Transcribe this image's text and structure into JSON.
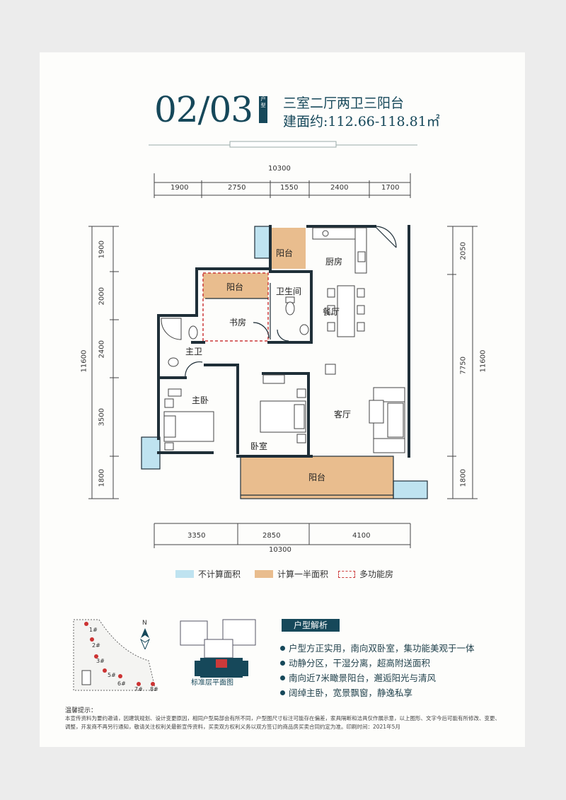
{
  "header": {
    "unit_number": "02/03",
    "badge": "户型",
    "layout_desc": "三室二厅两卫三阳台",
    "area": "建面约:112.66-118.81㎡"
  },
  "dimensions": {
    "top_total": "10300",
    "top_segments": [
      "1900",
      "2750",
      "1550",
      "2400",
      "1700"
    ],
    "bottom_segments": [
      "3350",
      "2850",
      "4100"
    ],
    "bottom_total": "10300",
    "left_segments": [
      "1900",
      "2000",
      "2400",
      "3500",
      "1800"
    ],
    "left_total": "11600",
    "right_segments": [
      "2050",
      "7750",
      "1800"
    ],
    "right_total": "11600"
  },
  "rooms": {
    "balcony_north": "阳台",
    "kitchen": "厨房",
    "balcony_study": "阳台",
    "bathroom": "卫生间",
    "dining": "餐厅",
    "study": "书房",
    "master_bath": "主卫",
    "master_bedroom": "主卧",
    "living": "客厅",
    "bedroom": "卧室",
    "balcony_south": "阳台"
  },
  "legend": {
    "items": [
      {
        "label": "不计算面积",
        "color": "#bfe3f0"
      },
      {
        "label": "计算一半面积",
        "color": "#e9bd8e"
      },
      {
        "label": "多功能房",
        "color": "#cc3a3a"
      }
    ]
  },
  "site_plan": {
    "north": "N",
    "buildings": [
      "1#",
      "2#",
      "3#",
      "5#",
      "6#",
      "7#",
      "8#"
    ]
  },
  "floor_plan_thumb": {
    "caption": "标准层平面图"
  },
  "analysis": {
    "heading": "户型解析",
    "points": [
      "户型方正实用，南向双卧室，集功能美观于一体",
      "动静分区，干湿分离，超高附送面积",
      "南向近7米瞰景阳台，邂逅阳光与清风",
      "阔绰主卧，宽景飘窗，静逸私享"
    ]
  },
  "notes": {
    "title": "温馨提示：",
    "body": "本宣传资料为要约邀请，因建筑规划、设计变更原因，相同户型局部会有所不同，户型图尺寸标注可能存在偏差，家具隔断和洁具仅作展示意，以上图形、文字今后可能有所修改、变更、调整，开发商不再另行通知，敬请关注权利关最新宣传资料，买卖双方权利义务以双方签订的商品房买卖合同约定为准。印刷时间：2021年5月"
  }
}
